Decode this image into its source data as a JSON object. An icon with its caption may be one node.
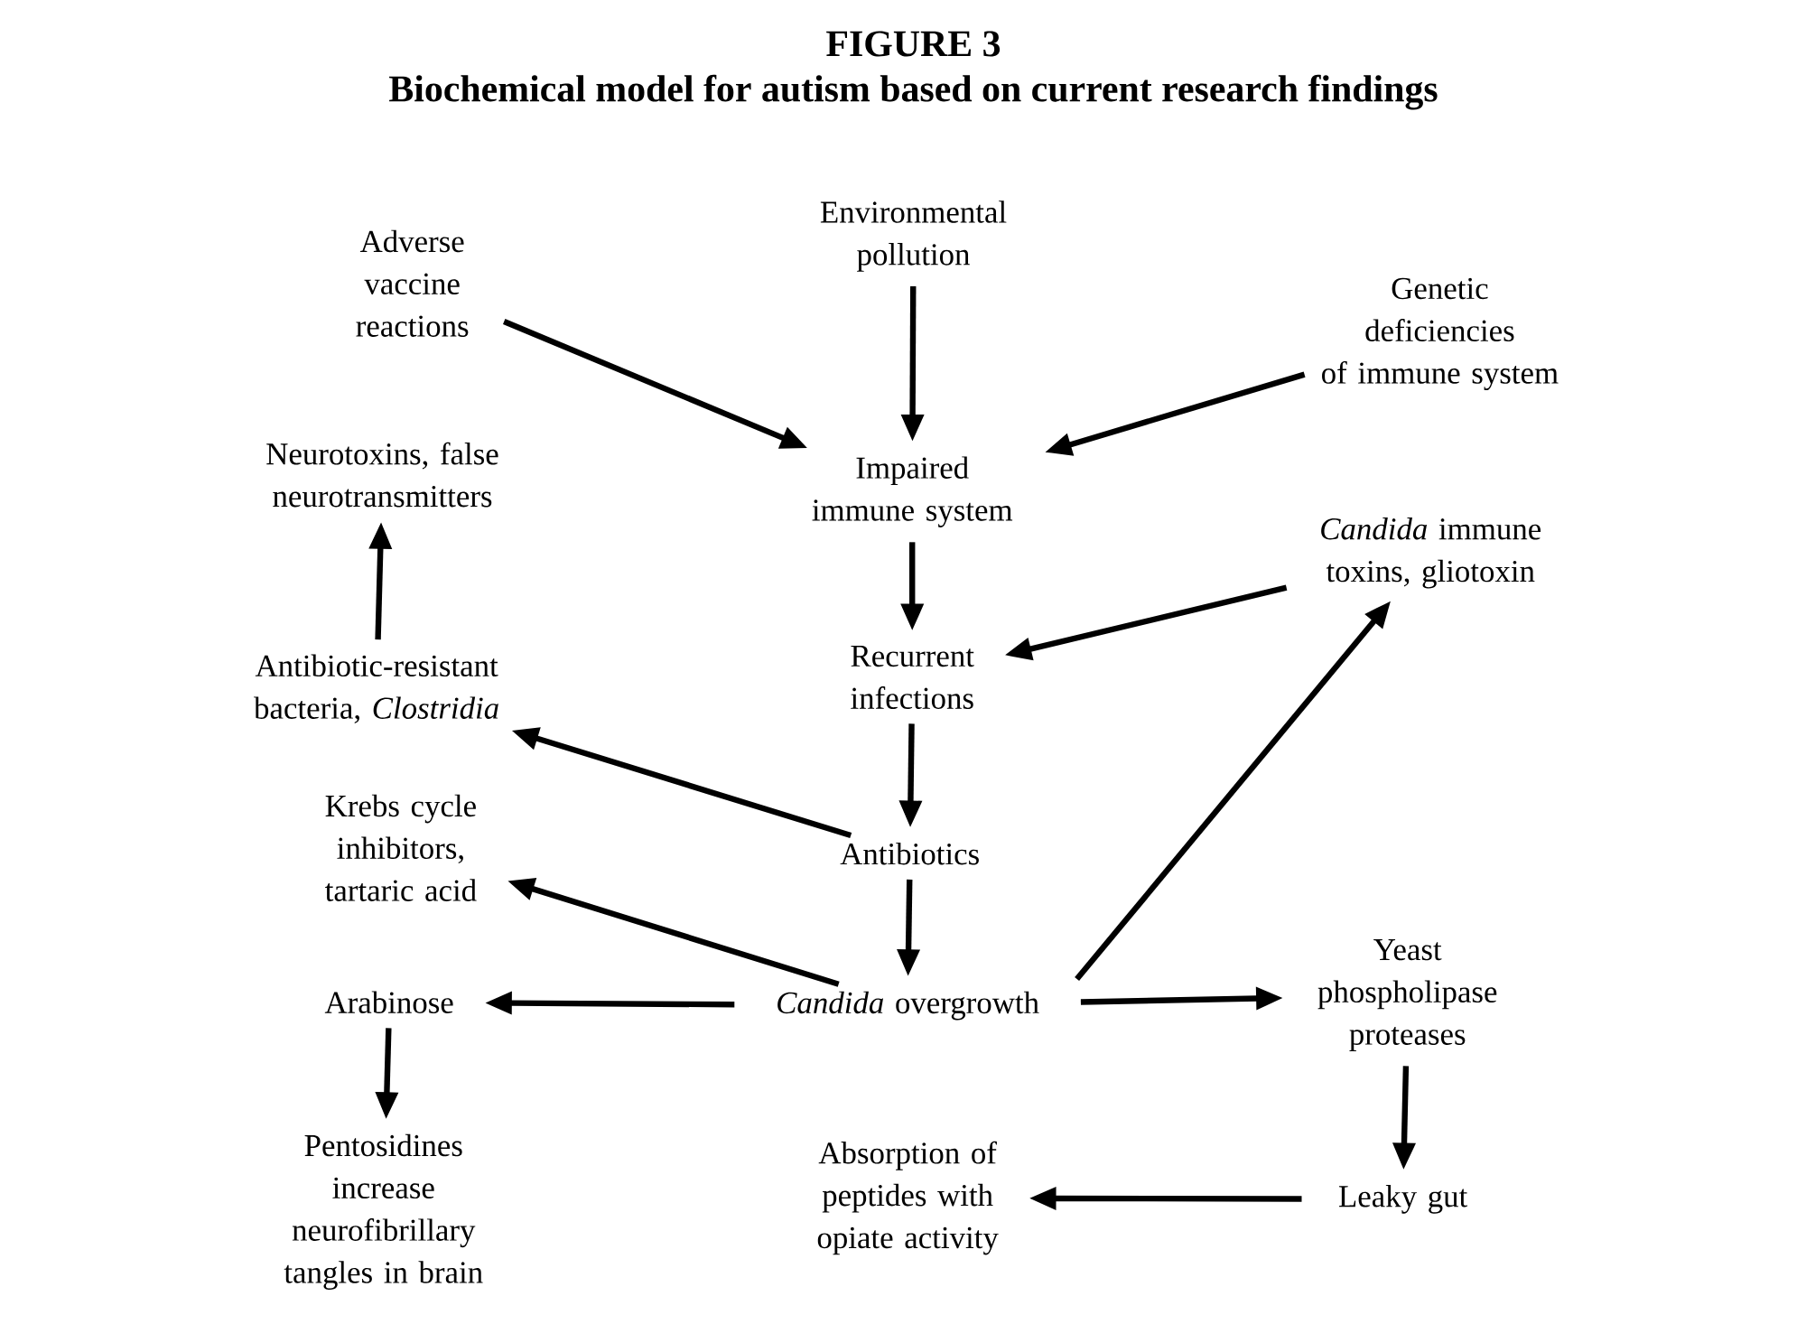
{
  "diagram": {
    "title": "FIGURE 3",
    "caption": "Biochemical model for autism based on current research findings",
    "nodes": [
      {
        "text": [
          "Environmental pollution"
        ]
      },
      {
        "text": [
          "Adverse vaccine reactions"
        ]
      },
      {
        "text": [
          "Genetic deficiencies of immune system"
        ]
      },
      {
        "text": [
          "Neurotoxins, false neurotransmitters"
        ]
      },
      {
        "text": [
          "Impaired immune system"
        ]
      },
      {
        "text": [
          "*Candida* immune toxins, gliotoxin"
        ]
      },
      {
        "text": [
          "Antibiotic-resistant bacteria, *Clostridia*"
        ]
      },
      {
        "text": [
          "Recurrent infections"
        ]
      },
      {
        "text": [
          "Krebs cycle inhibitors, tartaric acid"
        ]
      },
      {
        "text": [
          "Antibiotics"
        ]
      },
      {
        "text": [
          "Arabinose"
        ]
      },
      {
        "text": [
          "*Candida* overgrowth"
        ]
      },
      {
        "text": [
          "Yeast phospholipase proteases"
        ]
      },
      {
        "text": [
          "Pentosidines increase neurofibrillary tangles in brain"
        ]
      },
      {
        "text": [
          "Absorption of peptides with opiate activity"
        ]
      },
      {
        "text": [
          "Leaky gut"
        ]
      }
    ],
    "edges": [
      {
        "from": 0,
        "to": 4,
        "arrow": "to"
      },
      {
        "from": 1,
        "to": 4,
        "arrow": "to"
      },
      {
        "from": 2,
        "to": 4,
        "arrow": "to"
      },
      {
        "from": 4,
        "to": 7,
        "arrow": "to"
      },
      {
        "from": 5,
        "to": 7,
        "arrow": "to"
      },
      {
        "from": 7,
        "to": 9,
        "arrow": "to"
      },
      {
        "from": 9,
        "to": 6,
        "arrow": "to"
      },
      {
        "from": 6,
        "to": 3,
        "arrow": "to"
      },
      {
        "from": 9,
        "to": 11,
        "arrow": "to"
      },
      {
        "from": 11,
        "to": 8,
        "arrow": "to"
      },
      {
        "from": 11,
        "to": 10,
        "arrow": "to"
      },
      {
        "from": 11,
        "to": 5,
        "arrow": "to"
      },
      {
        "from": 11,
        "to": 12,
        "arrow": "to"
      },
      {
        "from": 10,
        "to": 13,
        "arrow": "to"
      },
      {
        "from": 12,
        "to": 15,
        "arrow": "to"
      },
      {
        "from": 15,
        "to": 14,
        "arrow": "to"
      }
    ]
  }
}
